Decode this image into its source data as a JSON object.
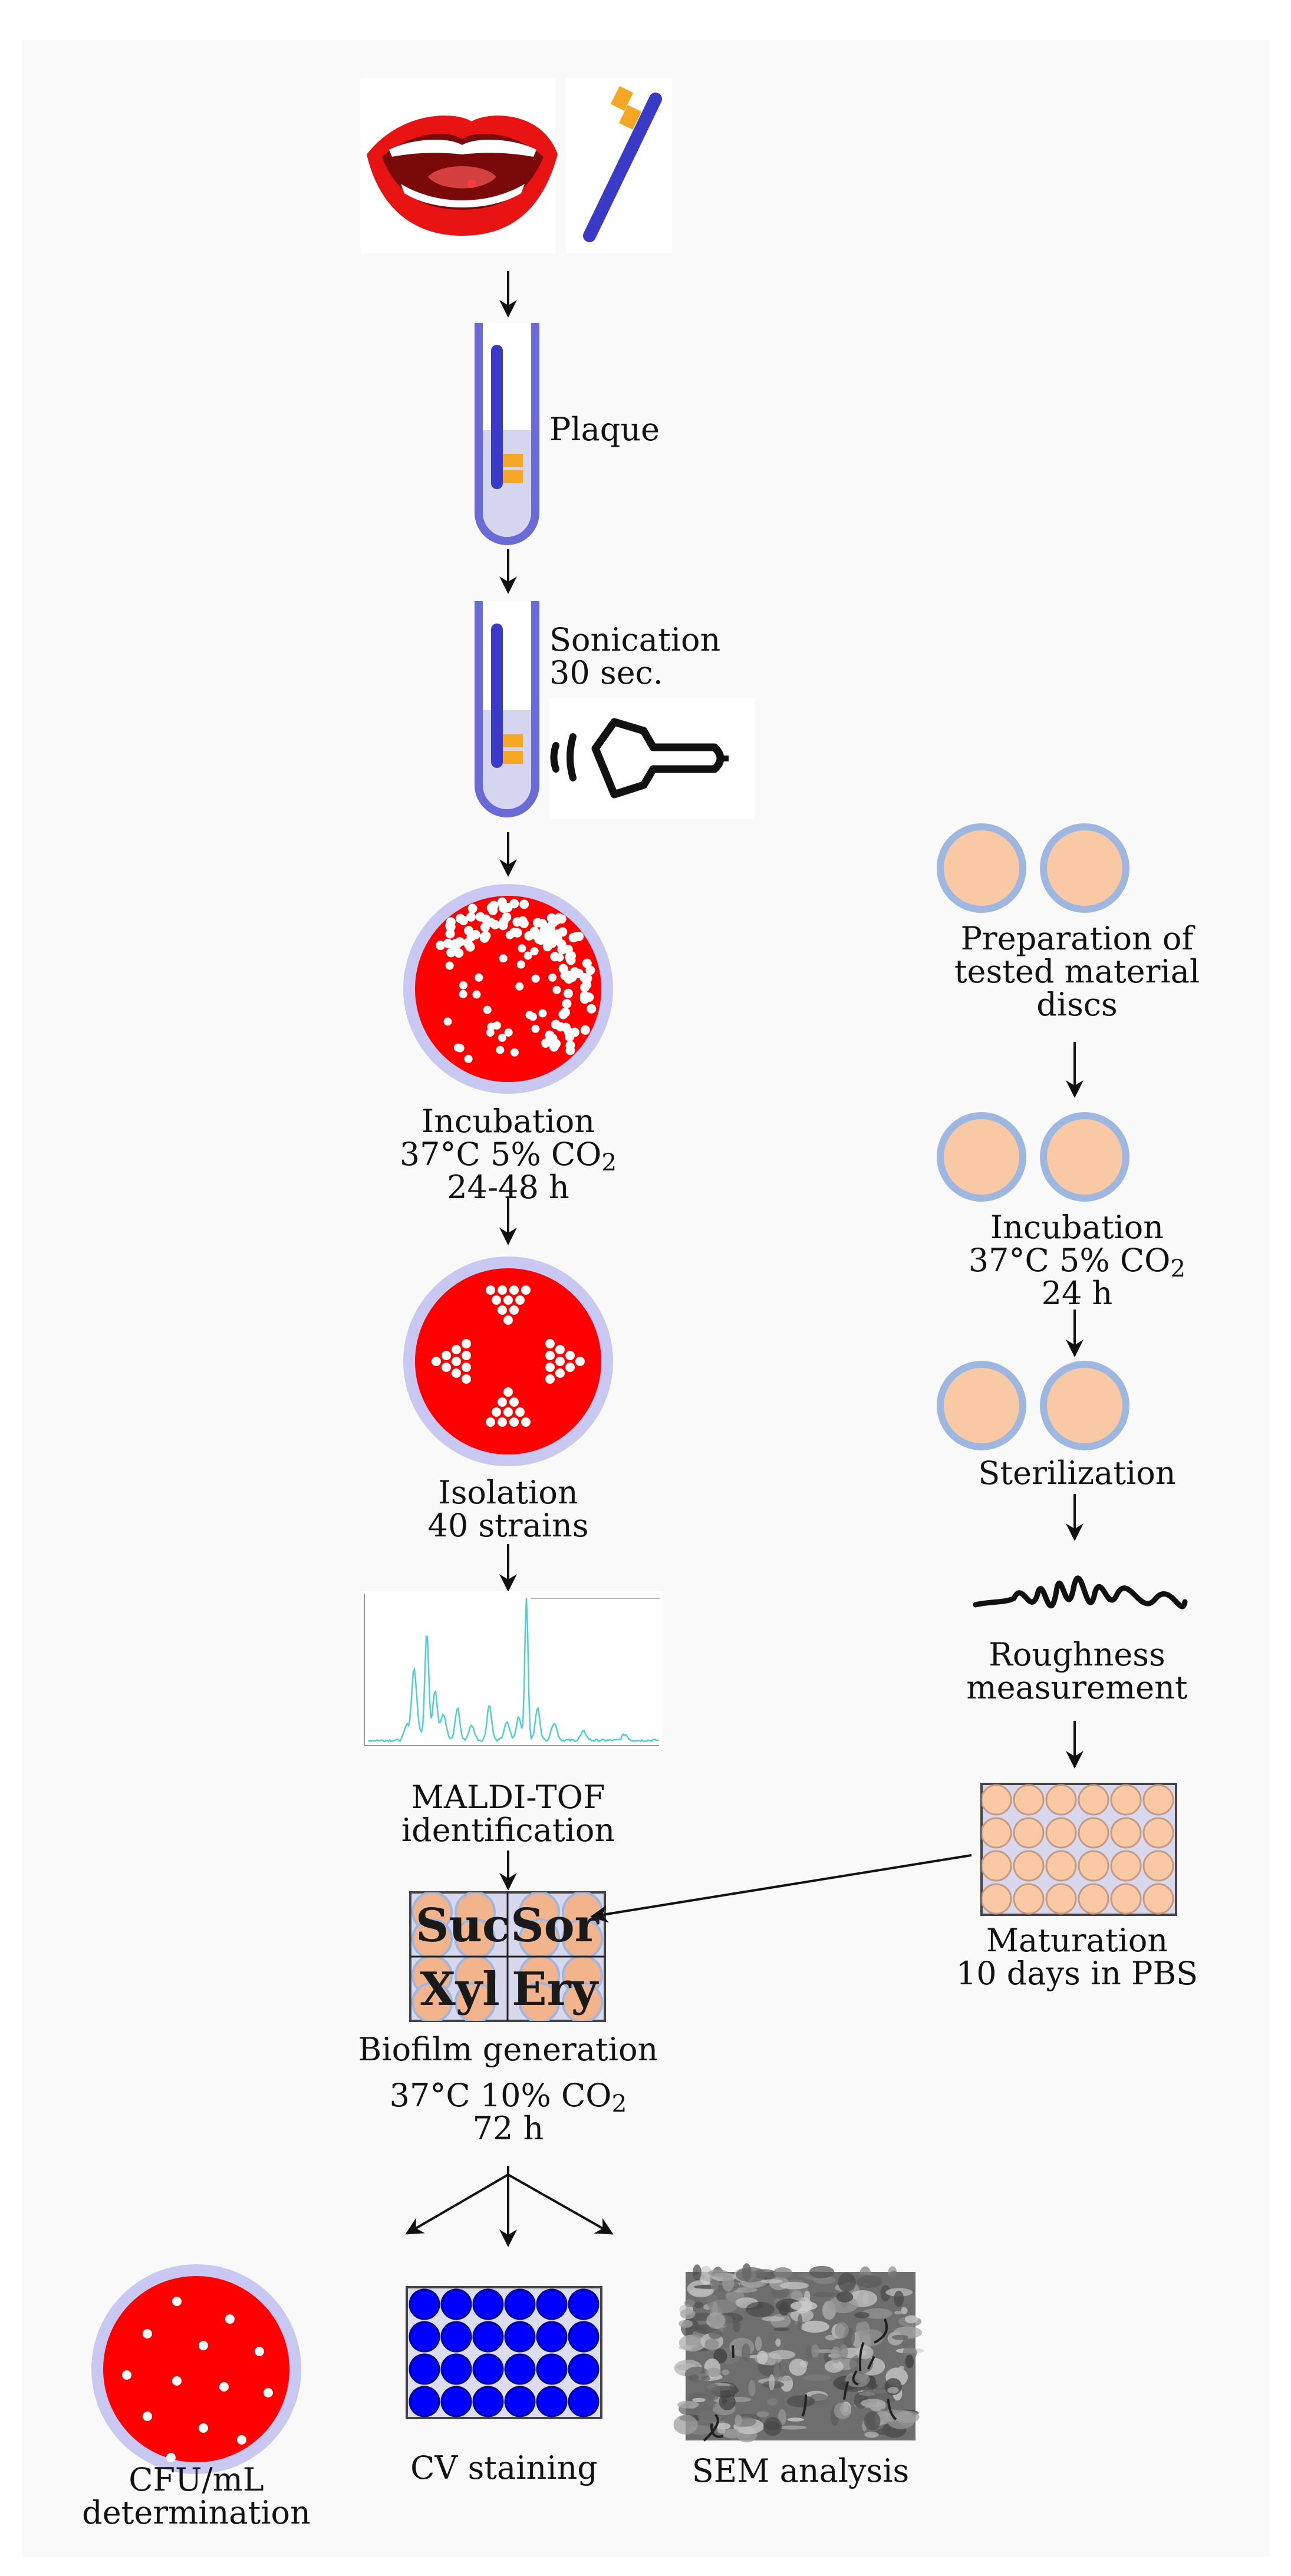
{
  "labels": {
    "plaque": "Plaque",
    "sonication": [
      "Sonication",
      "30 sec."
    ],
    "incubation_left": [
      "Incubation",
      "37°C 5% CO",
      "2",
      "24-48 h"
    ],
    "isolation": [
      "Isolation",
      "40 strains"
    ],
    "maldi": [
      "MALDI-TOF",
      "identification"
    ],
    "biofilm": [
      "Biofilm generation",
      "37°C 10% CO",
      "2",
      "72 h"
    ],
    "preparation": [
      "Preparation of",
      "tested material",
      "discs"
    ],
    "incubation_right": [
      "Incubation",
      "37°C 5% CO",
      "2",
      "24 h"
    ],
    "sterilization": "Sterilization",
    "roughness": [
      "Roughness",
      "measurement"
    ],
    "maturation": [
      "Maturation",
      "10 days in PBS"
    ],
    "cfu": [
      "CFU/mL",
      "determination"
    ],
    "cv": "CV staining",
    "sem": "SEM analysis"
  },
  "wells": [
    "Suc",
    "Sor",
    "Xyl",
    "Ery"
  ],
  "colors": {
    "background": "#f9f9f9",
    "agar": "#ff0000",
    "dish_rim": "#c8c8f2",
    "tube": "#6a6ad8",
    "swab": "#3a3ac8",
    "swab_tip": "#f5a623",
    "disc": "#f9c9a6",
    "disc_rim": "#9db7e0",
    "cv_well": "#0000ff",
    "maldi_peak": "#4fd0d0"
  }
}
